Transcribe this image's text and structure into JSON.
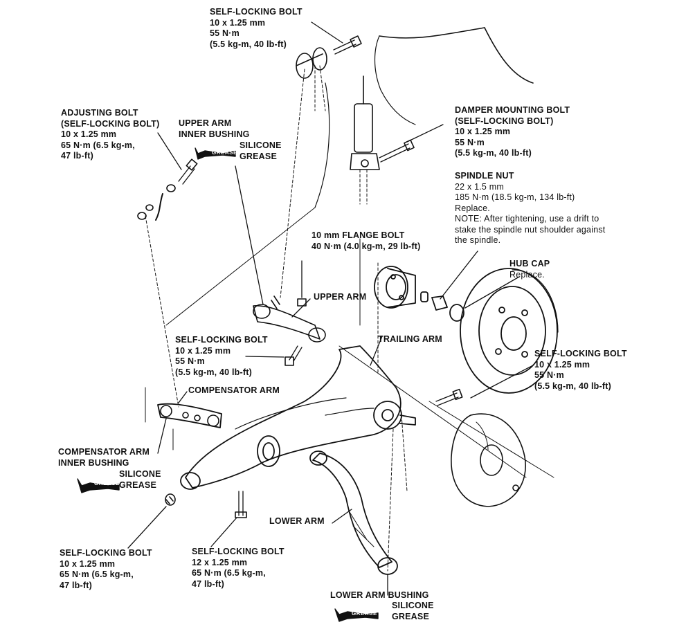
{
  "callouts": {
    "top_bolt": {
      "title": "SELF-LOCKING BOLT",
      "lines": [
        "10 x 1.25 mm",
        "55 N·m",
        "(5.5 kg-m, 40 lb-ft)"
      ]
    },
    "adjusting_bolt": {
      "title": "ADJUSTING BOLT",
      "lines": [
        "(SELF-LOCKING BOLT)",
        "10 x 1.25 mm",
        "65 N·m (6.5 kg-m,",
        "47 lb-ft)"
      ]
    },
    "upper_arm_inner_bushing": {
      "title": "UPPER ARM",
      "lines": [
        "INNER BUSHING"
      ],
      "grease_title": "SILICONE",
      "grease_lines": [
        "GREASE"
      ]
    },
    "damper_mounting_bolt": {
      "title": "DAMPER MOUNTING BOLT",
      "lines": [
        "(SELF-LOCKING BOLT)",
        "10 x 1.25 mm",
        "55 N·m",
        "(5.5 kg-m, 40 lb-ft)"
      ]
    },
    "spindle_nut": {
      "title": "SPINDLE NUT",
      "lines": [
        "22 x 1.5 mm",
        "185 N·m (18.5 kg-m, 134 lb-ft)",
        "Replace.",
        "NOTE:  After tightening, use a drift to",
        "stake the spindle nut shoulder against",
        "the spindle."
      ]
    },
    "flange_bolt": {
      "title": "10 mm FLANGE BOLT",
      "lines": [
        "40 N·m (4.0 kg-m, 29 lb-ft)"
      ]
    },
    "hub_cap": {
      "title": "HUB CAP",
      "lines": [
        "Replace."
      ]
    },
    "upper_arm": {
      "title": "UPPER ARM"
    },
    "trailing_arm": {
      "title": "TRAILING ARM"
    },
    "mid_bolt": {
      "title": "SELF-LOCKING BOLT",
      "lines": [
        "10 x 1.25 mm",
        "55 N·m",
        "(5.5 kg-m, 40 lb-ft)"
      ]
    },
    "right_bolt": {
      "title": "SELF-LOCKING BOLT",
      "lines": [
        "10 x 1.25 mm",
        "55 N·m",
        "(5.5 kg-m, 40 lb-ft)"
      ]
    },
    "compensator_arm": {
      "title": "COMPENSATOR ARM"
    },
    "compensator_bushing": {
      "title": "COMPENSATOR ARM",
      "lines": [
        "INNER BUSHING"
      ],
      "grease_title": "SILICONE",
      "grease_lines": [
        "GREASE"
      ]
    },
    "lower_arm": {
      "title": "LOWER ARM"
    },
    "bottom_left_bolt": {
      "title": "SELF-LOCKING BOLT",
      "lines": [
        "10 x 1.25 mm",
        "65 N·m (6.5 kg-m,",
        "47 lb-ft)"
      ]
    },
    "bottom_mid_bolt": {
      "title": "SELF-LOCKING BOLT",
      "lines": [
        "12 x 1.25 mm",
        "65 N·m (6.5 kg-m,",
        "47 lb-ft)"
      ]
    },
    "lower_arm_bushing": {
      "title": "LOWER ARM BUSHING",
      "grease_title": "SILICONE",
      "grease_lines": [
        "GREASE"
      ]
    }
  },
  "grease_tube_text": "GREASE",
  "colors": {
    "ink": "#111111",
    "paper": "#ffffff"
  }
}
